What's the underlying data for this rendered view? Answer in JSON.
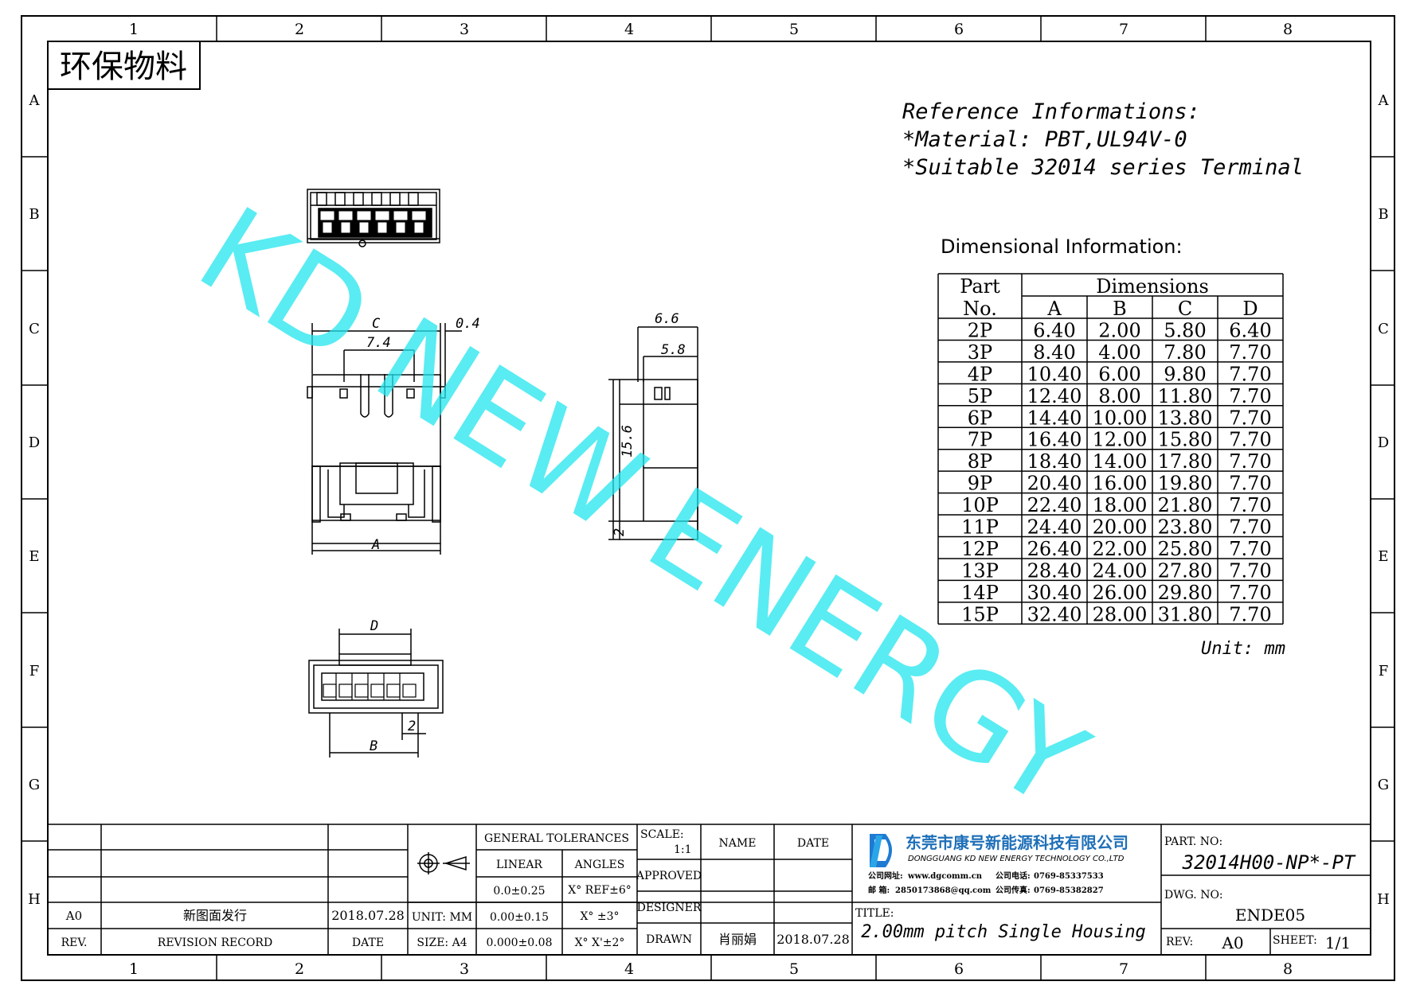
{
  "border": {
    "columns": [
      "1",
      "2",
      "3",
      "4",
      "5",
      "6",
      "7",
      "8"
    ],
    "rows": [
      "A",
      "B",
      "C",
      "D",
      "E",
      "F",
      "G",
      "H"
    ]
  },
  "eco_stamp": "环保物料",
  "reference": {
    "heading": "Reference Informations:",
    "material": "*Material: PBT,UL94V-0",
    "terminal": "*Suitable 32014 series Terminal"
  },
  "dimensional": {
    "title": "Dimensional Information:",
    "part_header_1": "Part",
    "part_header_2": "No.",
    "dims_header": "Dimensions",
    "columns": [
      "A",
      "B",
      "C",
      "D"
    ],
    "rows": [
      [
        "2P",
        "6.40",
        "2.00",
        "5.80",
        "6.40"
      ],
      [
        "3P",
        "8.40",
        "4.00",
        "7.80",
        "7.70"
      ],
      [
        "4P",
        "10.40",
        "6.00",
        "9.80",
        "7.70"
      ],
      [
        "5P",
        "12.40",
        "8.00",
        "11.80",
        "7.70"
      ],
      [
        "6P",
        "14.40",
        "10.00",
        "13.80",
        "7.70"
      ],
      [
        "7P",
        "16.40",
        "12.00",
        "15.80",
        "7.70"
      ],
      [
        "8P",
        "18.40",
        "14.00",
        "17.80",
        "7.70"
      ],
      [
        "9P",
        "20.40",
        "16.00",
        "19.80",
        "7.70"
      ],
      [
        "10P",
        "22.40",
        "18.00",
        "21.80",
        "7.70"
      ],
      [
        "11P",
        "24.40",
        "20.00",
        "23.80",
        "7.70"
      ],
      [
        "12P",
        "26.40",
        "22.00",
        "25.80",
        "7.70"
      ],
      [
        "13P",
        "28.40",
        "24.00",
        "27.80",
        "7.70"
      ],
      [
        "14P",
        "30.40",
        "26.00",
        "29.80",
        "7.70"
      ],
      [
        "15P",
        "32.40",
        "28.00",
        "31.80",
        "7.70"
      ]
    ],
    "unit": "Unit: mm"
  },
  "watermark": "KD NEW ENERGY",
  "dims": {
    "c": "C",
    "a": "A",
    "b": "B",
    "d": "D",
    "v04": "0.4",
    "v74": "7.4",
    "v66": "6.6",
    "v58": "5.8",
    "v156": "15.6",
    "v2a": "2",
    "v2b": "2"
  },
  "title_block": {
    "gen_tol": "GENERAL TOLERANCES",
    "linear": "LINEAR",
    "angles": "ANGLES",
    "lin1": "0.0±0.25",
    "ang1": "X° REF±6°",
    "lin2": "0.00±0.15",
    "ang2": "X° ±3°",
    "lin3": "0.000±0.08",
    "ang3": "X° X'±2°",
    "unit": "UNIT: MM",
    "size": "SIZE: A4",
    "scale_label": "SCALE:",
    "scale_value": "1:1",
    "name": "NAME",
    "date": "DATE",
    "approved": "APPROVED",
    "designer": "DESIGNER",
    "drawn": "DRAWN",
    "drawn_name": "肖丽娟",
    "drawn_date": "2018.07.28",
    "rev_a0": "A0",
    "rev_record_text": "新图面发行",
    "rev_record_date": "2018.07.28",
    "rev_header": "REV.",
    "revision_record": "REVISION RECORD",
    "date_header": "DATE",
    "company_cn": "东莞市康号新能源科技有限公司",
    "company_en": "DONGGUANG KD NEW ENERGY TECHNOLOGY CO.,LTD",
    "web_label": "公司网址:",
    "web": "www.dgcomm.cn",
    "tel_label": "公司电话:",
    "tel": "0769-85337533",
    "mail_label": "邮 箱:",
    "mail": "2850173868@qq.com",
    "fax_label": "公司传真:",
    "fax": "0769-85382827",
    "title_label": "TITLE:",
    "title": "2.00mm pitch Single Housing",
    "part_no_label": "PART. NO:",
    "part_no": "32014H00-NP*-PT",
    "dwg_no_label": "DWG. NO:",
    "dwg_no": "ENDE05",
    "rev_label": "REV:",
    "rev_value": "A0",
    "sheet_label": "SHEET:",
    "sheet_value": "1/1"
  }
}
